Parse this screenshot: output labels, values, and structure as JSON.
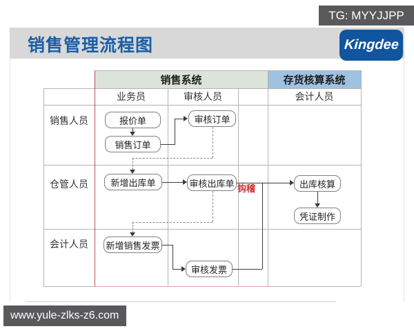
{
  "watermarks": {
    "tg_badge": "TG: MYYJJPP",
    "url_badge": "www.yule-zlks-z6.com"
  },
  "header": {
    "title": "销售管理流程图",
    "logo_text": "Kingdee",
    "title_color": "#1a5fa8",
    "logo_bg": "#10559e",
    "band_bg": "#d8d8d8"
  },
  "diagram": {
    "system_headers": [
      {
        "label": "销售系统",
        "bg": "#dce3d9"
      },
      {
        "label": "存货核算系统",
        "bg": "#9fc2e2"
      }
    ],
    "role_headers": [
      "业务员",
      "审核人员",
      "会计人员"
    ],
    "row_labels": [
      "销售人员",
      "仓管人员",
      "会计人员"
    ],
    "nodes": {
      "quote": "报价单",
      "sales_order": "销售订单",
      "audit_order": "审核订单",
      "new_outbound": "新增出库单",
      "audit_outbound": "审核出库单",
      "outbound_accounting": "出库核算",
      "voucher": "凭证制作",
      "new_invoice": "新增销售发票",
      "audit_invoice": "审核发票"
    },
    "annotations": {
      "reconcile_label": "钩稽",
      "reconcile_color": "#cc3333",
      "divider_color": "#c0504d"
    }
  }
}
